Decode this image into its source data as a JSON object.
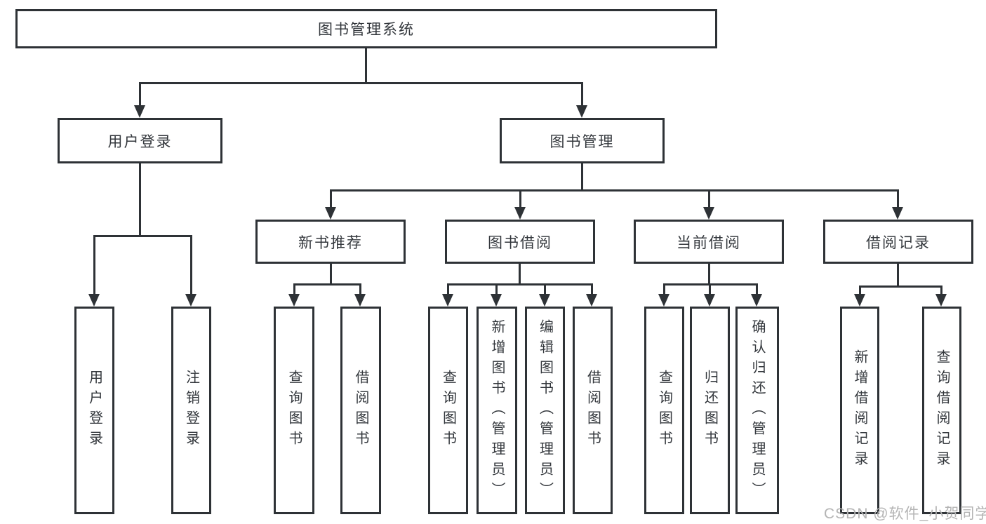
{
  "root": {
    "label": "图书管理系统"
  },
  "branches": {
    "user_login": {
      "label": "用户登录"
    },
    "book_mgmt": {
      "label": "图书管理"
    }
  },
  "sections": {
    "new_book_rec": {
      "label": "新书推荐"
    },
    "book_borrow": {
      "label": "图书借阅"
    },
    "current_borrow": {
      "label": "当前借阅"
    },
    "borrow_record": {
      "label": "借阅记录"
    }
  },
  "leaves": {
    "login": "用户登录",
    "logout": "注销登录",
    "rec_query": "查询图书",
    "rec_borrow": "借阅图书",
    "bb_query": "查询图书",
    "bb_add": "新增图书（管理员）",
    "bb_edit": "编辑图书（管理员）",
    "bb_borrow": "借阅图书",
    "cb_query": "查询图书",
    "cb_return": "归还图书",
    "cb_confirm": "确认归还（管理员）",
    "br_add": "新增借阅记录",
    "br_query": "查询借阅记录"
  },
  "watermark": "CSDN @软件_小贺同学",
  "colors": {
    "line": "#2e3236",
    "text": "#33373c",
    "background": "#ffffff",
    "watermark": "#b4b4b4"
  }
}
